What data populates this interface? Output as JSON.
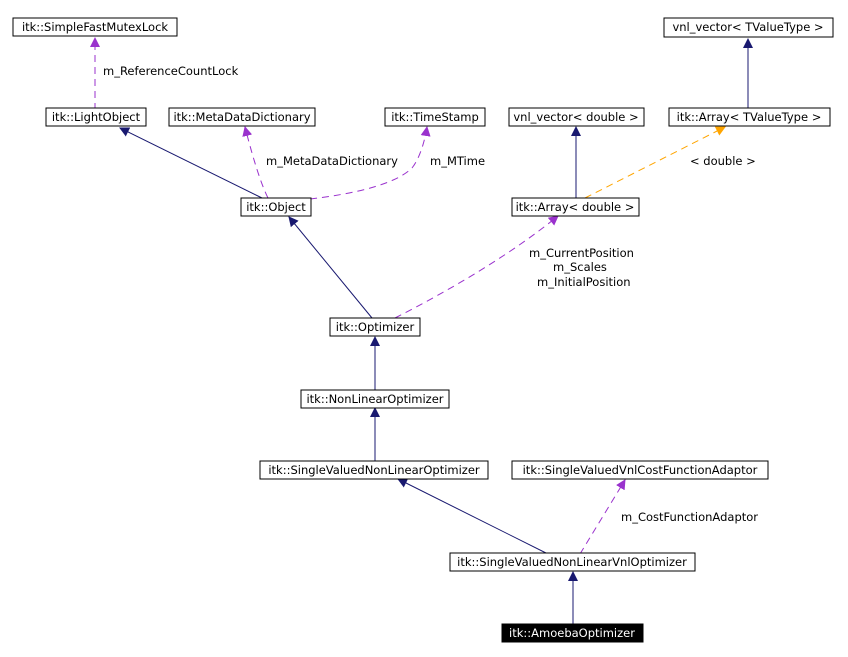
{
  "colors": {
    "inheritance": "#191970",
    "usage": "#9a32cd",
    "template": "#ffa500",
    "focus_fill": "#000000",
    "focus_text": "#ffffff"
  },
  "nodes": {
    "simple_fast_mutex_lock": "itk::SimpleFastMutexLock",
    "vnl_vector_tvaluetype": "vnl_vector< TValueType >",
    "light_object": "itk::LightObject",
    "meta_data_dictionary": "itk::MetaDataDictionary",
    "time_stamp": "itk::TimeStamp",
    "vnl_vector_double": "vnl_vector< double >",
    "array_tvaluetype": "itk::Array< TValueType >",
    "object": "itk::Object",
    "array_double": "itk::Array< double >",
    "optimizer": "itk::Optimizer",
    "non_linear_optimizer": "itk::NonLinearOptimizer",
    "single_valued_non_linear_optimizer": "itk::SingleValuedNonLinearOptimizer",
    "single_valued_vnl_cost_function_adaptor": "itk::SingleValuedVnlCostFunctionAdaptor",
    "single_valued_non_linear_vnl_optimizer": "itk::SingleValuedNonLinearVnlOptimizer",
    "amoeba_optimizer": "itk::AmoebaOptimizer"
  },
  "edge_labels": {
    "reference_count_lock": "m_ReferenceCountLock",
    "meta_data_dictionary": "m_MetaDataDictionary",
    "mtime": "m_MTime",
    "template_double": "< double >",
    "current_position": "m_CurrentPosition",
    "scales": "m_Scales",
    "initial_position": "m_InitialPosition",
    "cost_function_adaptor": "m_CostFunctionAdaptor"
  }
}
